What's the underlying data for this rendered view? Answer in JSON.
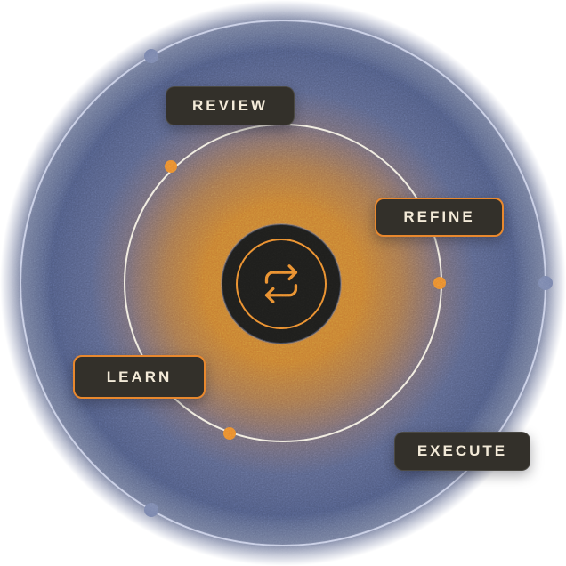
{
  "steps": [
    {
      "label": "REVIEW",
      "accent": false
    },
    {
      "label": "REFINE",
      "accent": true
    },
    {
      "label": "LEARN",
      "accent": true
    },
    {
      "label": "EXECUTE",
      "accent": false
    }
  ],
  "center": {
    "icon": "repeat-icon"
  },
  "colors": {
    "accent_orange": "#E8882E",
    "glow_center_orange": "#CC8431",
    "slate_blue": "#56628A",
    "outer_ring": "#C9CFE6",
    "inner_ring": "#F0EBDF",
    "slate_dot": "#7B87AE",
    "orange_dot": "#E8882E",
    "box_background": "#33302A",
    "box_text": "#F3EAD8",
    "hub_background": "#1D1D1B"
  }
}
